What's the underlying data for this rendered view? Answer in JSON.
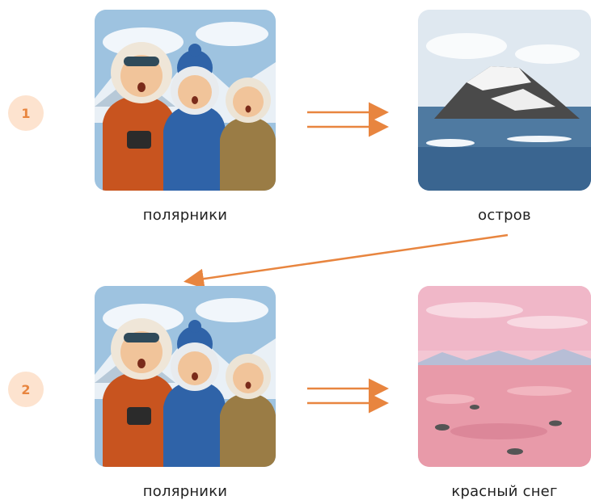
{
  "colors": {
    "accent": "#e8853f",
    "badge_bg": "#fde3cf"
  },
  "rows": [
    {
      "number": "1",
      "left_caption": "полярники",
      "right_caption": "остров",
      "left_image": "polar-explorers-illustration",
      "right_image": "snowy-island-illustration"
    },
    {
      "number": "2",
      "left_caption": "полярники",
      "right_caption": "красный снег",
      "left_image": "polar-explorers-illustration",
      "right_image": "red-snow-illustration"
    }
  ]
}
